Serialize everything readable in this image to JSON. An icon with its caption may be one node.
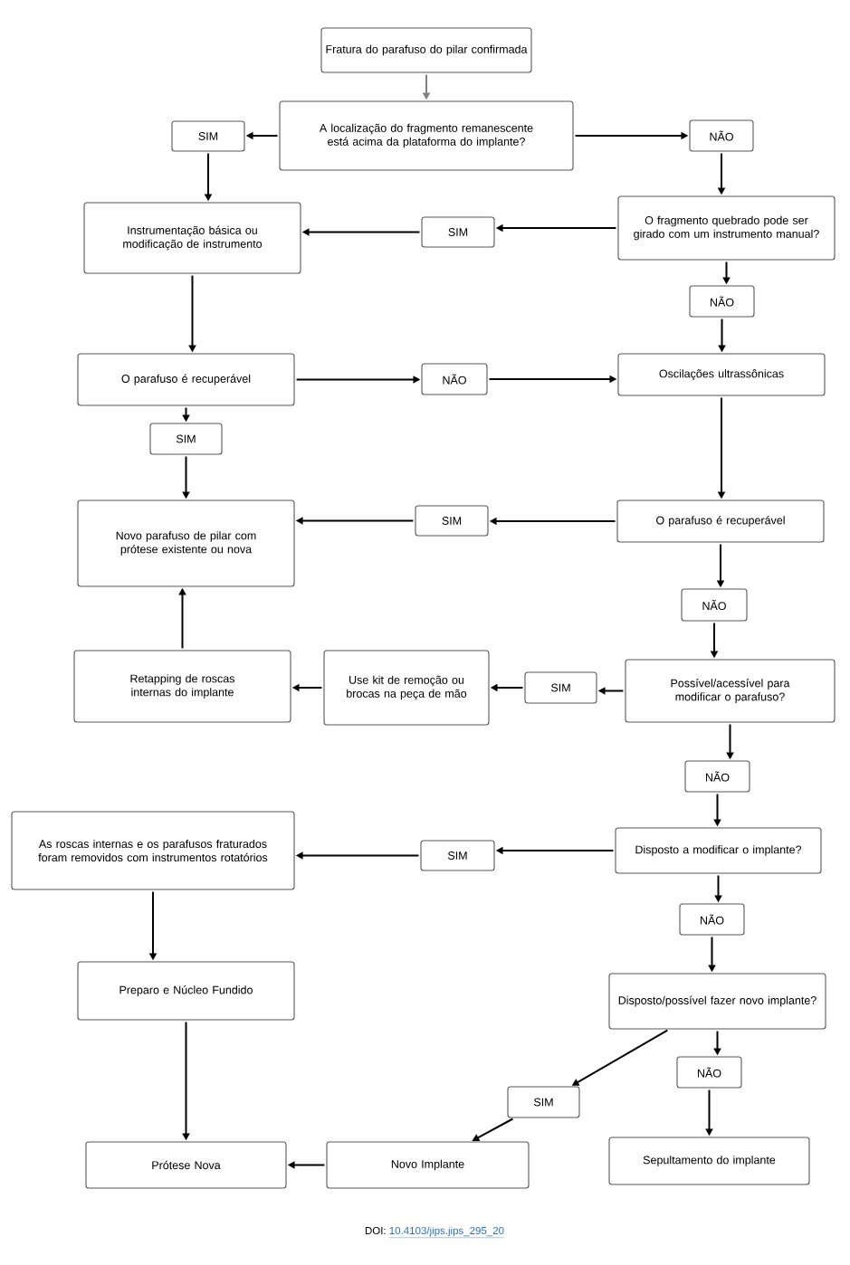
{
  "diagram": {
    "nodes": [
      {
        "text": [
          "Fratura do parafuso do pilar confirmada"
        ]
      },
      {
        "text": [
          "A localização do fragmento remanescente está acima da plataforma do implante?"
        ]
      },
      {
        "text": [
          "SIM"
        ]
      },
      {
        "text": [
          "NÃO"
        ]
      },
      {
        "text": [
          "Instrumentação básica ou modificação de instrumento"
        ]
      },
      {
        "text": [
          "SIM"
        ]
      },
      {
        "text": [
          "O fragmento quebrado pode ser girado com um instrumento manual?"
        ]
      },
      {
        "text": [
          "NÃO"
        ]
      },
      {
        "text": [
          "O parafuso é recuperável"
        ]
      },
      {
        "text": [
          "NÃO"
        ]
      },
      {
        "text": [
          "Oscilações ultrassônicas"
        ]
      },
      {
        "text": [
          "SIM"
        ]
      },
      {
        "text": [
          "Novo parafuso de pilar com prótese existente ou nova"
        ]
      },
      {
        "text": [
          "SIM"
        ]
      },
      {
        "text": [
          "O parafuso é recuperável"
        ]
      },
      {
        "text": [
          "NÃO"
        ]
      },
      {
        "text": [
          "Retapping de roscas internas do implante"
        ]
      },
      {
        "text": [
          "Use kit de remoção ou brocas na peça de mão"
        ]
      },
      {
        "text": [
          "SIM"
        ]
      },
      {
        "text": [
          "Possível/acessível para modificar o parafuso?"
        ]
      },
      {
        "text": [
          "NÃO"
        ]
      },
      {
        "text": [
          "As roscas internas e os parafusos fraturados foram removidos com instrumentos rotatórios"
        ]
      },
      {
        "text": [
          "SIM"
        ]
      },
      {
        "text": [
          "Disposto a modificar o implante?"
        ]
      },
      {
        "text": [
          "NÃO"
        ]
      },
      {
        "text": [
          "Preparo e Núcleo Fundido"
        ]
      },
      {
        "text": [
          "Disposto/possível fazer novo implante?"
        ]
      },
      {
        "text": [
          "NÃO"
        ]
      },
      {
        "text": [
          "SIM"
        ]
      },
      {
        "text": [
          "Prótese Nova"
        ]
      },
      {
        "text": [
          "Novo Implante"
        ]
      },
      {
        "text": [
          "Sepultamento do implante"
        ]
      }
    ],
    "edges": [
      {
        "from": 0,
        "to": 1,
        "arrow": "to",
        "color": "#808080"
      },
      {
        "from": 1,
        "to": 2,
        "arrow": "to"
      },
      {
        "from": 1,
        "to": 3,
        "arrow": "to"
      },
      {
        "from": 2,
        "to": 4,
        "arrow": "to"
      },
      {
        "from": 3,
        "to": 6,
        "arrow": "to"
      },
      {
        "from": 6,
        "to": 5,
        "arrow": "to"
      },
      {
        "from": 5,
        "to": 4,
        "arrow": "to"
      },
      {
        "from": 6,
        "to": 7,
        "arrow": "to"
      },
      {
        "from": 7,
        "to": 10,
        "arrow": "to"
      },
      {
        "from": 4,
        "to": 8,
        "arrow": "to"
      },
      {
        "from": 8,
        "to": 9,
        "arrow": "to"
      },
      {
        "from": 9,
        "to": 10,
        "arrow": "to"
      },
      {
        "from": 8,
        "to": 11,
        "arrow": "to"
      },
      {
        "from": 11,
        "to": 12,
        "arrow": "to"
      },
      {
        "from": 10,
        "to": 14,
        "arrow": "to"
      },
      {
        "from": 14,
        "to": 13,
        "arrow": "to"
      },
      {
        "from": 13,
        "to": 12,
        "arrow": "to"
      },
      {
        "from": 14,
        "to": 15,
        "arrow": "to"
      },
      {
        "from": 15,
        "to": 19,
        "arrow": "to"
      },
      {
        "from": 19,
        "to": 18,
        "arrow": "to"
      },
      {
        "from": 18,
        "to": 17,
        "arrow": "to"
      },
      {
        "from": 17,
        "to": 16,
        "arrow": "to"
      },
      {
        "from": 16,
        "to": 12,
        "arrow": "to"
      },
      {
        "from": 19,
        "to": 20,
        "arrow": "to"
      },
      {
        "from": 20,
        "to": 23,
        "arrow": "to"
      },
      {
        "from": 23,
        "to": 22,
        "arrow": "to"
      },
      {
        "from": 22,
        "to": 21,
        "arrow": "to"
      },
      {
        "from": 23,
        "to": 24,
        "arrow": "to"
      },
      {
        "from": 24,
        "to": 26,
        "arrow": "to"
      },
      {
        "from": 21,
        "to": 25,
        "arrow": "to"
      },
      {
        "from": 25,
        "to": 29,
        "arrow": "to"
      },
      {
        "from": 26,
        "to": 28,
        "arrow": "to"
      },
      {
        "from": 28,
        "to": 30,
        "arrow": "to"
      },
      {
        "from": 30,
        "to": 29,
        "arrow": "to"
      },
      {
        "from": 26,
        "to": 27,
        "arrow": "to"
      },
      {
        "from": 27,
        "to": 31,
        "arrow": "to"
      }
    ],
    "labels": [
      "DOI:",
      "10.4103/jips.jips_295_20"
    ]
  }
}
